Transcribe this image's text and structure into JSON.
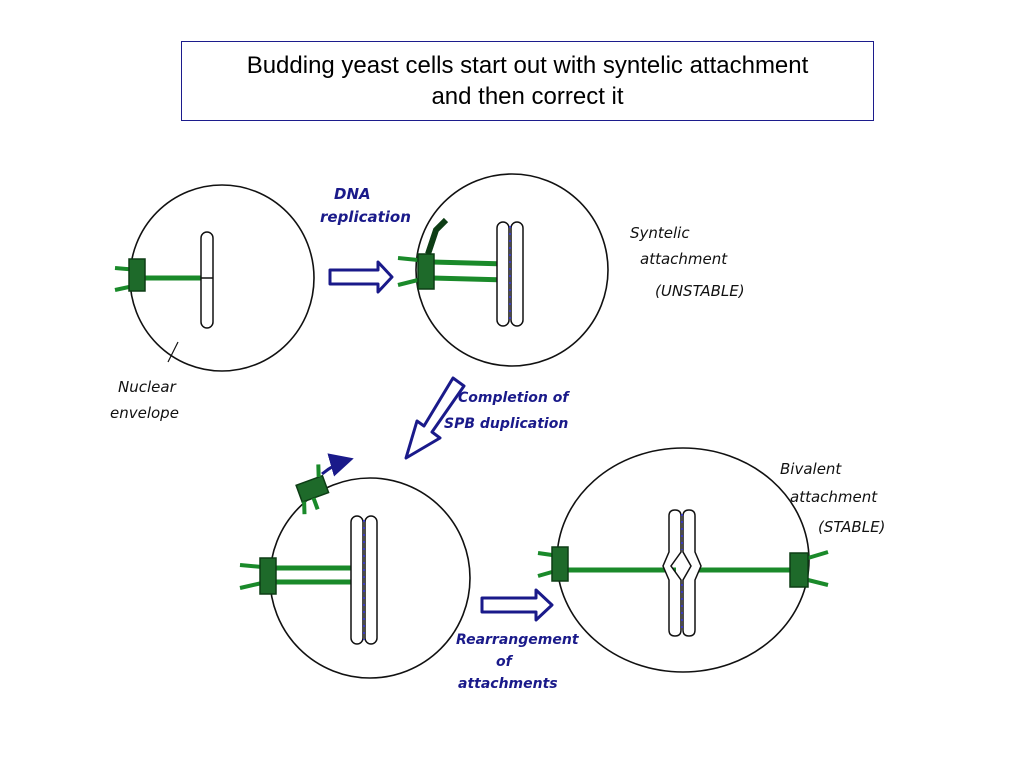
{
  "title": {
    "line1": "Budding yeast cells start out with syntelic attachment",
    "line2": "and then correct it"
  },
  "labels": {
    "dna_replication": [
      "DNA",
      "replication"
    ],
    "syntelic": [
      "Syntelic",
      "attachment",
      "(UNSTABLE)"
    ],
    "nuclear_envelope": [
      "Nuclear",
      "envelope"
    ],
    "spb_completion": [
      "Completion of",
      "SPB duplication"
    ],
    "bivalent": [
      "Bivalent",
      "attachment",
      "(STABLE)"
    ],
    "rearrangement": [
      "Rearrangement",
      "of",
      "attachments"
    ]
  },
  "colors": {
    "arrow_blue": "#1a1a8a",
    "spb_green": "#1e6a2a",
    "microtubule_green": "#1a8a2a",
    "ink": "#111111"
  }
}
